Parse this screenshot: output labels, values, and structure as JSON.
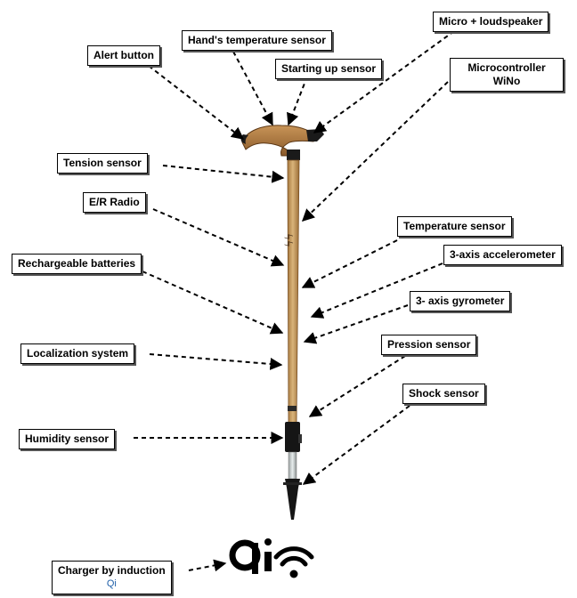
{
  "labels": {
    "micro_loudspeaker": "Micro + loudspeaker",
    "hands_temperature_sensor": "Hand's temperature sensor",
    "alert_button": "Alert button",
    "starting_up_sensor": "Starting up sensor",
    "microcontroller": "Microcontroller",
    "microcontroller_name": "WiNo",
    "tension_sensor": "Tension sensor",
    "er_radio": "E/R Radio",
    "temperature_sensor": "Temperature sensor",
    "accelerometer": "3-axis accelerometer",
    "rechargeable_batteries": "Rechargeable batteries",
    "gyrometer": "3- axis gyrometer",
    "localization_system": "Localization system",
    "pression_sensor": "Pression sensor",
    "shock_sensor": "Shock sensor",
    "humidity_sensor": "Humidity sensor",
    "charger": "Charger by induction",
    "charger_sub": "Qi"
  },
  "colors": {
    "wood": "#c9a064",
    "wood_dark": "#8a5a2b",
    "black": "#111111",
    "ferrule": "#d9d9d9"
  },
  "icons": [
    "qi-logo-icon",
    "wifi-icon"
  ]
}
